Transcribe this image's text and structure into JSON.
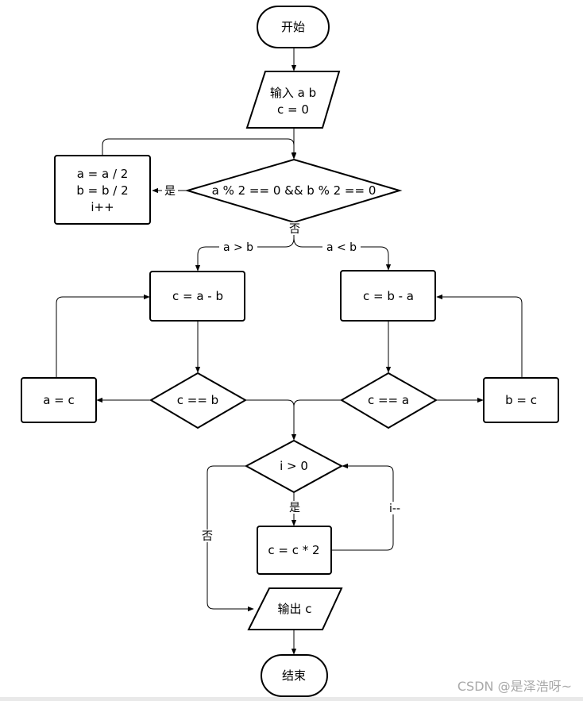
{
  "flowchart": {
    "nodes": {
      "start": {
        "text": "开始"
      },
      "input": {
        "lines": [
          "输入 a b",
          "c = 0"
        ]
      },
      "halve": {
        "lines": [
          "a = a / 2",
          "b = b / 2",
          "i++"
        ]
      },
      "check_even": {
        "text": "a % 2 == 0 && b % 2 == 0"
      },
      "c_a_minus_b": {
        "text": "c = a - b"
      },
      "c_b_minus_a": {
        "text": "c = b - a"
      },
      "a_eq_c": {
        "text": "a = c"
      },
      "c_eq_b": {
        "text": "c == b"
      },
      "c_eq_a": {
        "text": "c == a"
      },
      "b_eq_c": {
        "text": "b = c"
      },
      "i_gt_0": {
        "text": "i > 0"
      },
      "c_times_2": {
        "text": "c = c * 2"
      },
      "output": {
        "text": "输出 c"
      },
      "end": {
        "text": "结束"
      }
    },
    "edge_labels": {
      "yes_halve": "是",
      "no_check": "否",
      "a_gt_b": "a > b",
      "a_lt_b": "a < b",
      "yes_loop": "是",
      "i_dec": "i--",
      "no_loop": "否"
    }
  },
  "watermark": "CSDN @是泽浩呀~"
}
